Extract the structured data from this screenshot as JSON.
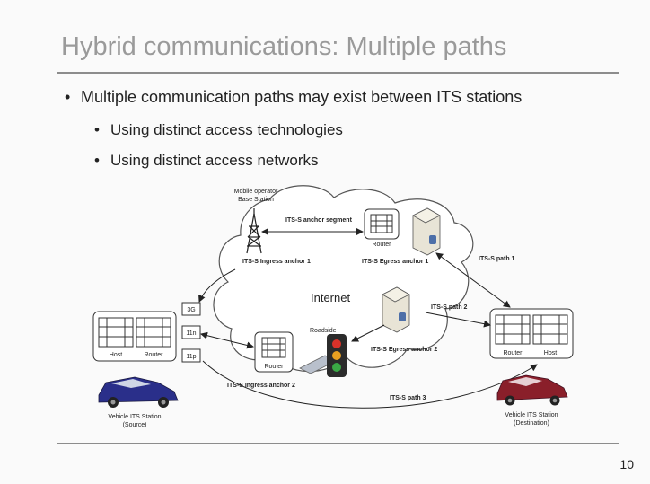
{
  "slide": {
    "title": "Hybrid communications: Multiple paths",
    "bullets": [
      "Multiple communication paths may exist between ITS stations",
      "Using distinct access technologies",
      "Using distinct access networks"
    ],
    "page_number": "10"
  },
  "diagram": {
    "base_station_label_1": "Mobile operator",
    "base_station_label_2": "Base Station",
    "anchor_segment": "ITS-S anchor segment",
    "ingress_anchor_1": "ITS-S Ingress anchor 1",
    "egress_anchor_1": "ITS-S Egress anchor 1",
    "path_1": "ITS-S path 1",
    "internet": "Internet",
    "path_2": "ITS-S path 2",
    "roadside": "Roadside",
    "egress_anchor_2": "ITS-S Egress anchor 2",
    "ingress_anchor_2": "ITS-S Ingress anchor 2",
    "path_3": "ITS-S path 3",
    "router": "Router",
    "host": "Host",
    "iface_3g": "3G",
    "iface_11n": "11n",
    "iface_11p": "11p",
    "source_label_1": "Vehicle ITS Station",
    "source_label_2": "(Source)",
    "dest_label_1": "Vehicle ITS Station",
    "dest_label_2": "(Destination)",
    "source_car_color": "#2a2f8a",
    "dest_car_color": "#8a1f2a"
  }
}
